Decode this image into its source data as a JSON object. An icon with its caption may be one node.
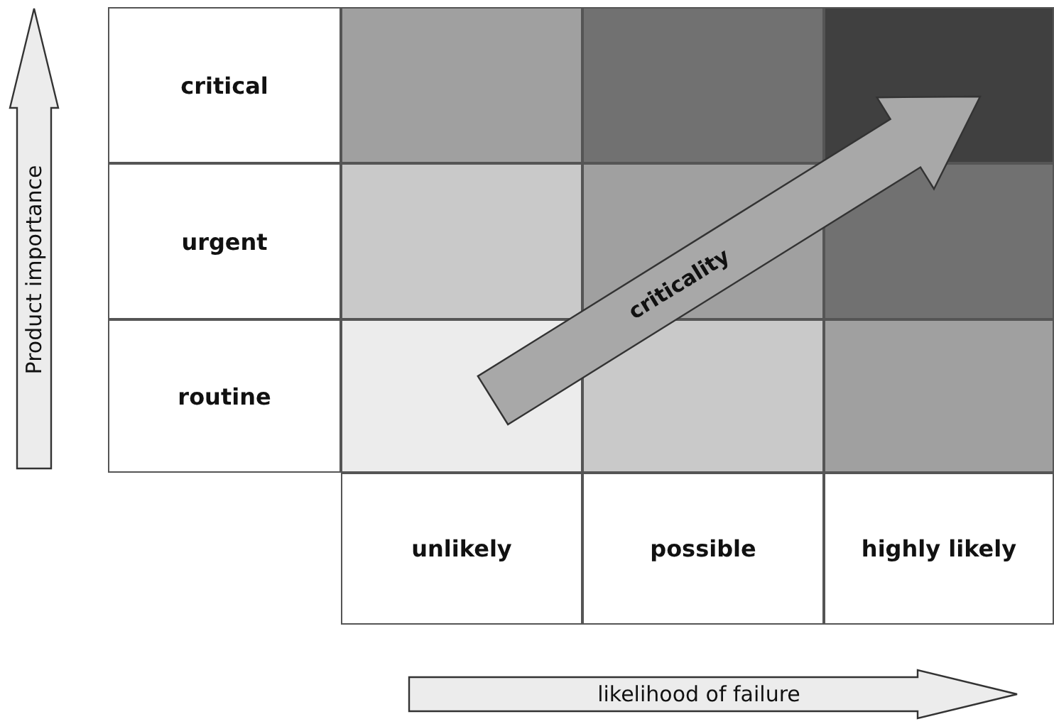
{
  "diagram": {
    "labels": [
      "critical",
      "urgent",
      "routine",
      "unlikely",
      "possible",
      "highly likely",
      "criticality",
      "Product importance",
      "likelihood of failure"
    ]
  }
}
